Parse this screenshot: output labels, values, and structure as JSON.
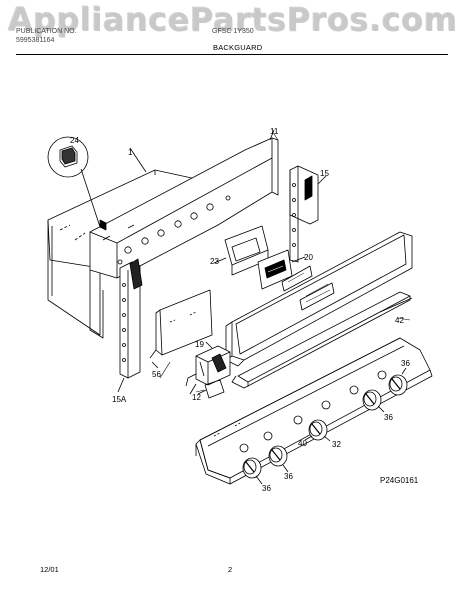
{
  "watermark": "AppliancePartsPros.com",
  "header": {
    "line1": "PUBLICATION NO.",
    "line2": "5995381164",
    "model": "GFSC 1Y350",
    "title": "BACKGUARD",
    "accent_color": "#000000"
  },
  "figure_code": "P24G0161",
  "part_labels": [
    {
      "id": "p24",
      "text": "24"
    },
    {
      "id": "p1",
      "text": "1"
    },
    {
      "id": "p11",
      "text": "11"
    },
    {
      "id": "p15",
      "text": "15"
    },
    {
      "id": "p23",
      "text": "23"
    },
    {
      "id": "p20",
      "text": "20"
    },
    {
      "id": "p42",
      "text": "42"
    },
    {
      "id": "p19",
      "text": "19"
    },
    {
      "id": "p56",
      "text": "56"
    },
    {
      "id": "p12",
      "text": "12"
    },
    {
      "id": "p15a",
      "text": "15A"
    },
    {
      "id": "p36a",
      "text": "36"
    },
    {
      "id": "p36b",
      "text": "36"
    },
    {
      "id": "p40",
      "text": "40"
    },
    {
      "id": "p32",
      "text": "32"
    },
    {
      "id": "p36c",
      "text": "36"
    },
    {
      "id": "p36d",
      "text": "36"
    }
  ],
  "footer": {
    "date": "12/01",
    "page": "2"
  }
}
